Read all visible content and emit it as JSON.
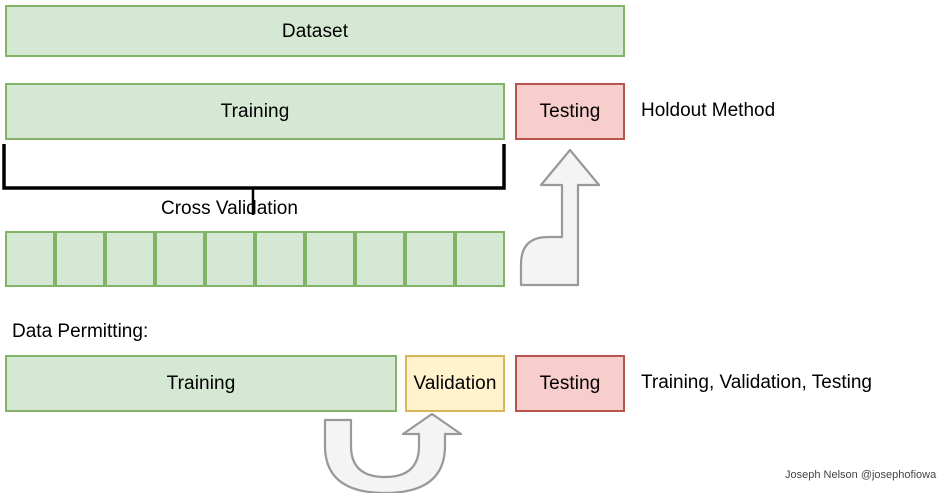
{
  "diagram": {
    "title_text": "Dataset",
    "boxes": {
      "dataset": {
        "label": "Dataset",
        "fill": "#d5e8d4",
        "stroke": "#82b366"
      },
      "holdout_training": {
        "label": "Training",
        "fill": "#d5e8d4",
        "stroke": "#82b366"
      },
      "holdout_testing": {
        "label": "Testing",
        "fill": "#f8cecc",
        "stroke": "#b85450"
      },
      "tvt_training": {
        "label": "Training",
        "fill": "#d5e8d4",
        "stroke": "#82b366"
      },
      "tvt_validation": {
        "label": "Validation",
        "fill": "#fff2cc",
        "stroke": "#d6b656"
      },
      "tvt_testing": {
        "label": "Testing",
        "fill": "#f8cecc",
        "stroke": "#b85450"
      }
    },
    "annotations": {
      "holdout_method": "Holdout Method",
      "cross_validation": "Cross Validation",
      "data_permitting": "Data Permitting:",
      "tvt_method": "Training, Validation, Testing"
    },
    "cross_validation": {
      "fold_count": 10,
      "fold_labels": [
        "",
        "",
        "",
        "",
        "",
        "",
        "",
        "",
        "",
        ""
      ]
    },
    "arrows": {
      "holdout_arrow": "curved-up-arrow-icon",
      "tvt_arrow": "u-turn-arrow-icon",
      "fill": "#f4f4f4",
      "stroke": "#999999"
    },
    "credit": "Joseph Nelson @josephofiowa"
  }
}
